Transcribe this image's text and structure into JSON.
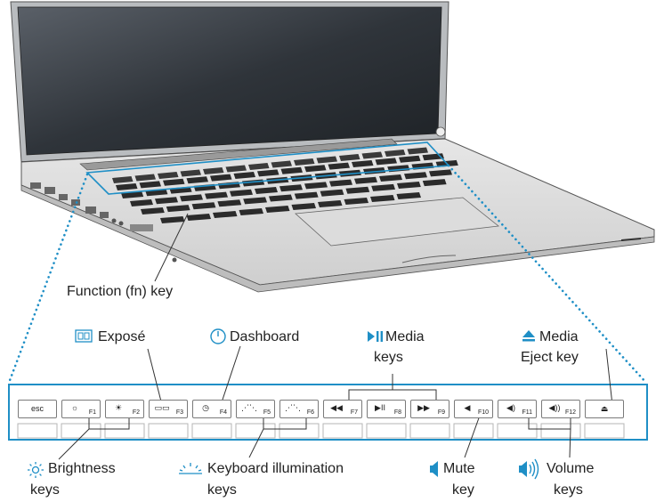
{
  "labels": {
    "function_key": "Function (fn) key",
    "expose": "Exposé",
    "dashboard": "Dashboard",
    "media_keys": [
      "Media",
      "keys"
    ],
    "media_eject": [
      "Media",
      "Eject key"
    ],
    "brightness": [
      "Brightness",
      "keys"
    ],
    "keyboard_illumination": [
      "Keyboard illumination",
      "keys"
    ],
    "mute": [
      "Mute",
      "key"
    ],
    "volume": [
      "Volume",
      "keys"
    ]
  },
  "function_row": [
    {
      "id": "esc",
      "symbol": "esc",
      "fn": ""
    },
    {
      "id": "f1",
      "symbol": "☼",
      "fn": "F1"
    },
    {
      "id": "f2",
      "symbol": "☀",
      "fn": "F2"
    },
    {
      "id": "f3",
      "symbol": "▭▭",
      "fn": "F3"
    },
    {
      "id": "f4",
      "symbol": "◷",
      "fn": "F4"
    },
    {
      "id": "f5",
      "symbol": "⋰⋱",
      "fn": "F5"
    },
    {
      "id": "f6",
      "symbol": "⋰⋱",
      "fn": "F6"
    },
    {
      "id": "f7",
      "symbol": "◀◀",
      "fn": "F7"
    },
    {
      "id": "f8",
      "symbol": "▶II",
      "fn": "F8"
    },
    {
      "id": "f9",
      "symbol": "▶▶",
      "fn": "F9"
    },
    {
      "id": "f10",
      "symbol": "◀",
      "fn": "F10"
    },
    {
      "id": "f11",
      "symbol": "◀)",
      "fn": "F11"
    },
    {
      "id": "f12",
      "symbol": "◀))",
      "fn": "F12"
    },
    {
      "id": "eject",
      "symbol": "⏏",
      "fn": ""
    }
  ],
  "colors": {
    "accent_blue": "#1f8fc6",
    "laptop_body": "#d8d8d8",
    "screen": "#3a3f45",
    "key": "#2b2b2b",
    "outline": "#555555"
  }
}
